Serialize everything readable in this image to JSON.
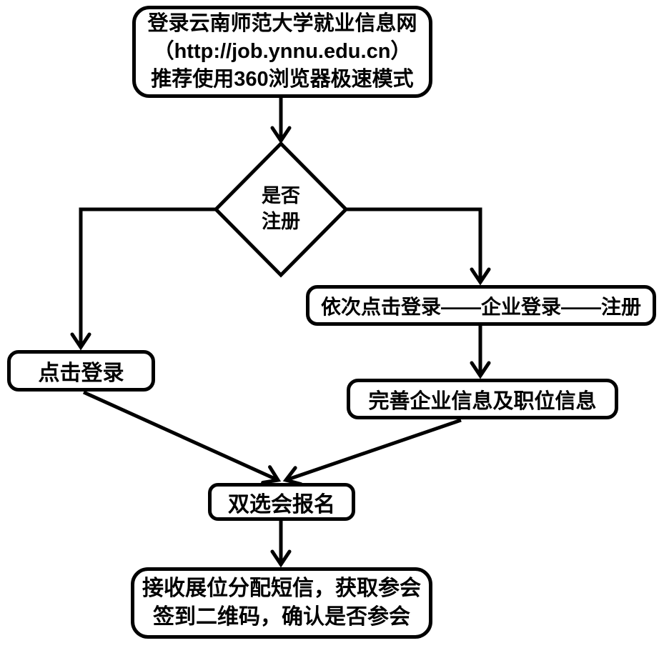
{
  "flowchart": {
    "nodes": {
      "start": {
        "line1": "登录云南师范大学就业信息网",
        "line2": "（http://job.ynnu.edu.cn）",
        "line3": "推荐使用360浏览器极速模式"
      },
      "decision": {
        "line1": "是否",
        "line2": "注册"
      },
      "click_login": {
        "label": "点击登录"
      },
      "register_path": {
        "label": "依次点击登录——企业登录——注册"
      },
      "complete_info": {
        "label": "完善企业信息及职位信息"
      },
      "fair_signup": {
        "label": "双选会报名"
      },
      "receive_sms": {
        "line1": "接收展位分配短信，获取参会",
        "line2": "签到二维码，确认是否参会"
      }
    },
    "colors": {
      "stroke": "#000000",
      "fill": "#ffffff",
      "text": "#000000",
      "background": "#ffffff"
    }
  }
}
